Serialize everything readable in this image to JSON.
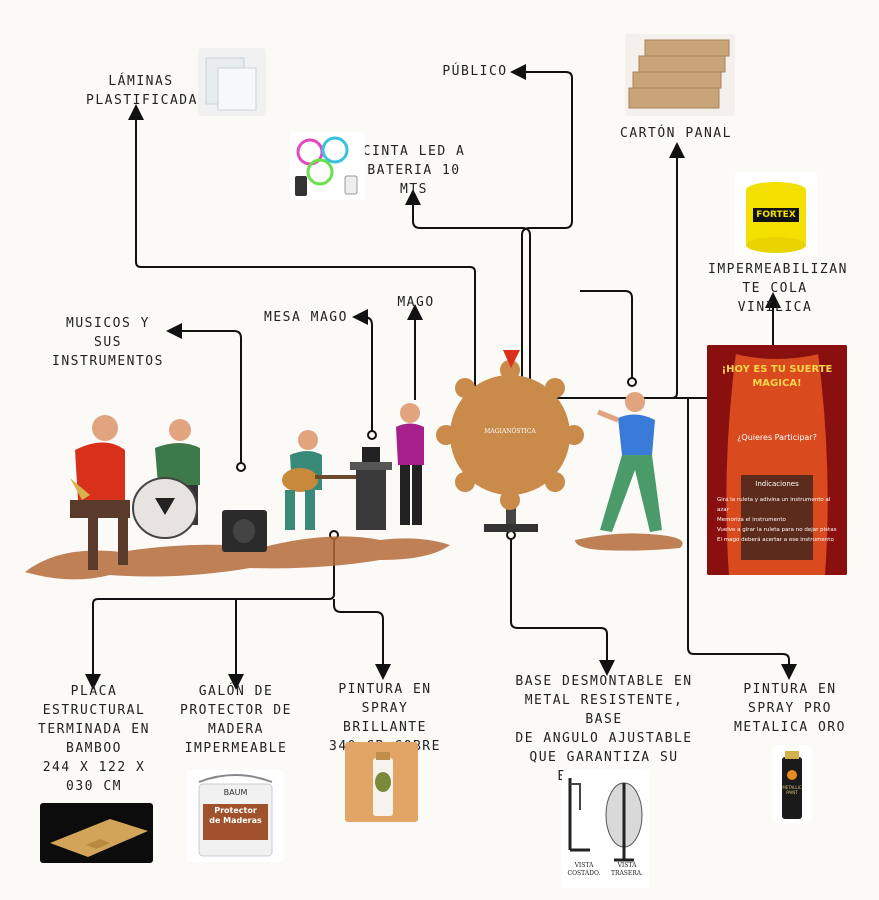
{
  "labels": {
    "laminas": "LÁMINAS\nPLASTIFICADAS",
    "publico": "PÚBLICO",
    "carton": "CARTÓN PANAL",
    "cinta": "CINTA LED A\nBATERIA 10\nMTS",
    "impermeabilizante": "IMPERMEABILIZAN\nTE COLA VINILICA",
    "musicos": "MUSICOS Y SUS\nINSTRUMENTOS",
    "mesa": "MESA MAGO",
    "mago": "MAGO",
    "placa": "PLACA\nESTRUCTURAL\nTERMINADA EN\nBAMBOO\n244 X 122 X\n030 CM",
    "galon": "GALÓN DE\nPROTECTOR DE\nMADERA\nIMPERMEABLE",
    "pintura_cobre": "PINTURA EN\nSPRAY BRILLANTE\n340 GR COBRE",
    "base": "BASE DESMONTABLE EN\nMETAL RESISTENTE, BASE\nDE ANGULO AJUSTABLE\nQUE GARANTIZA SU\nEQUILIBRIO",
    "pintura_oro": "PINTURA EN\nSPRAY PRO\nMETALICA ORO"
  },
  "products": {
    "fortex_brand": "FORTEX",
    "baum_brand": "BAUM",
    "baum_title": "Protector\nde Maderas",
    "metallic_label": "METALLIC PAINT",
    "base_view_side": "VISTA\nCOSTADO.",
    "base_view_back": "VISTA\nTRASERA."
  },
  "wheel_text": "MAGIANÓSTICA",
  "poster": {
    "title": "¡HOY ES TU SUERTE\nMAGICA!",
    "question": "¿Quieres Participar?",
    "heading": "Indicaciones",
    "items": [
      "Gira la ruleta y adivina un instrumento al azar",
      "Memoriza el instrumento",
      "Vuelve a girar la ruleta para no dejar pistas",
      "El mago deberá acertar a ese instrumento"
    ]
  },
  "colors": {
    "background": "#fbfaf7",
    "poster_red": "#d94a1f",
    "poster_yellow": "#ffd54a",
    "wheel": "#c98a4a",
    "line": "#111111"
  }
}
